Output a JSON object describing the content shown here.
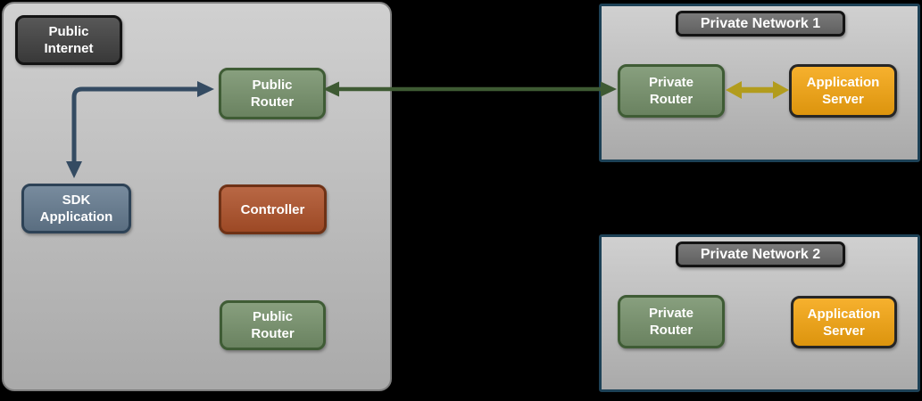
{
  "colors": {
    "canvas-bg": "#000000",
    "zone-fill": "#c3c3c3",
    "zone-border": "#7e7e7e",
    "pn-border": "#1d4156",
    "title-fill": "#6b6b6b",
    "dark-node-fill": "#3f3f3f",
    "dark-node-border": "#141414",
    "green-node-fill": "#76916b",
    "green-node-border": "#3f5c35",
    "blue-node-fill": "#647a8f",
    "blue-node-border": "#2d4256",
    "red-node-fill": "#ae5129",
    "red-node-border": "#6f3216",
    "orange-node-fill": "#f5a50f",
    "orange-node-border": "#262626",
    "node-text": "#ffffff",
    "arrow-navy": "#344b62",
    "arrow-green": "#3e5a33",
    "arrow-yellow": "#b29c1d"
  },
  "zones": {
    "public_internet": {
      "badge": "Public Internet",
      "public_router_top": "Public Router",
      "sdk_application": "SDK Application",
      "controller": "Controller",
      "public_router_bottom": "Public Router"
    },
    "private_network_1": {
      "title": "Private Network 1",
      "private_router": "Private Router",
      "application_server": "Application Server"
    },
    "private_network_2": {
      "title": "Private Network 2",
      "private_router": "Private Router",
      "application_server": "Application Server"
    }
  },
  "connections": [
    {
      "id": "sdk-application-to-public-router",
      "from": "sdk_application",
      "to": "public_router_top",
      "shape": "elbow",
      "direction": "bidirectional",
      "color": "#344b62"
    },
    {
      "id": "public-router-to-private-router-1",
      "from": "public_router_top",
      "to": "private_network_1.private_router",
      "shape": "straight",
      "direction": "bidirectional",
      "color": "#3e5a33"
    },
    {
      "id": "private-router-1-to-application-server-1",
      "from": "private_network_1.private_router",
      "to": "private_network_1.application_server",
      "shape": "straight",
      "direction": "bidirectional",
      "color": "#b29c1d"
    }
  ]
}
